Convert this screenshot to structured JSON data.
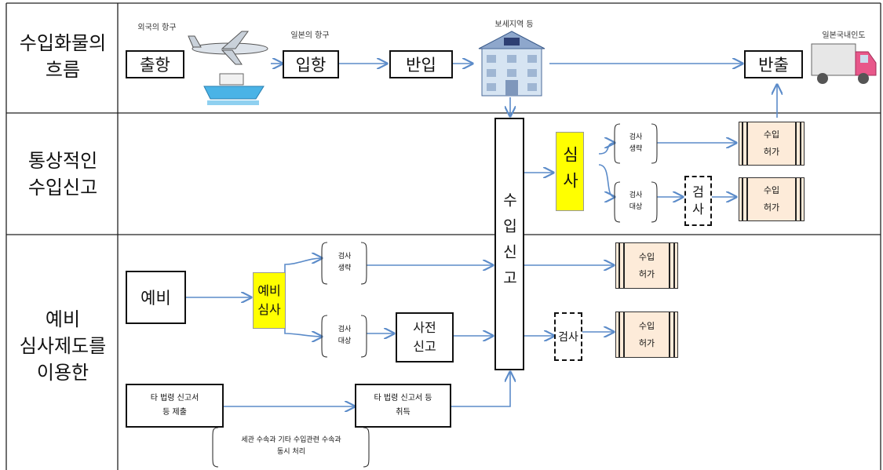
{
  "rows": {
    "flow": "수입화물의\n흐름",
    "normal": "통상적인\n수입신고",
    "prelim": "예비\n심사제도를\n이용한"
  },
  "flow": {
    "foreign_port_caption": "외국의 항구",
    "japan_port_caption": "일본의 항구",
    "bonded_caption": "보세지역 등",
    "domestic_caption": "일본국내인도",
    "depart": "출항",
    "arrive": "입항",
    "carry_in": "반입",
    "carry_out": "반출"
  },
  "import_declaration": "수입신고",
  "normal": {
    "review": "심사",
    "skip": "검사\n생략",
    "target": "검사\n대상",
    "inspect": "검\n사",
    "permit1": "수입\n허가",
    "permit2": "수입\n허가"
  },
  "prelim": {
    "prelim_box": "예비",
    "prelim_review": "예비\n심사",
    "skip": "검사\n생략",
    "target": "검사\n대상",
    "pre_declare": "사전\n신고",
    "inspect": "검사",
    "permit1": "수입\n허가",
    "permit2": "수입\n허가",
    "other_law_submit": "타 법령 신고서\n등 제출",
    "other_law_get": "타 법령 신고서 등\n취득",
    "simultaneous": "세관 수속과 기타 수입관련 수속과\n동시 처리"
  },
  "colors": {
    "arrow": "#5b8bc9",
    "yellow": "#ffff00",
    "permit": "#fdebd9"
  }
}
